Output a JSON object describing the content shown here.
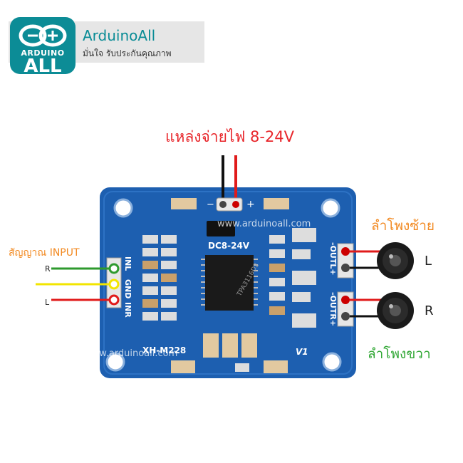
{
  "brand": {
    "badge_top": "ARDUINO",
    "badge_main": "ALL",
    "name": "ArduinoAll",
    "tagline": "มั่นใจ  รับประกันคุณภาพ"
  },
  "labels": {
    "power": "แหล่งจ่ายไฟ 8-24V",
    "speaker_left": "ลำโพงซ้าย",
    "speaker_right": "ลำโพงขวา",
    "input": "สัญญาณ INPUT",
    "pin_r": "R",
    "pin_l": "L",
    "spk_l": "L",
    "spk_r": "R"
  },
  "board": {
    "power_minus": "−",
    "power_plus": "+",
    "supply": "DC8-24V",
    "in_left": "INL",
    "gnd": "GND",
    "in_right": "INR",
    "out_left": "-OUTL+",
    "out_right": "-OUTR+",
    "model": "XH-M228",
    "version": "V1",
    "chip": "TPA3116D2",
    "watermark": "www.arduinoall.com"
  },
  "colors": {
    "board": "#1d5fb0",
    "brand": "#0c8c96",
    "wire_red": "#e01b1b",
    "wire_black": "#111111",
    "wire_green": "#2e9a2e",
    "wire_yellow": "#f2e500"
  }
}
